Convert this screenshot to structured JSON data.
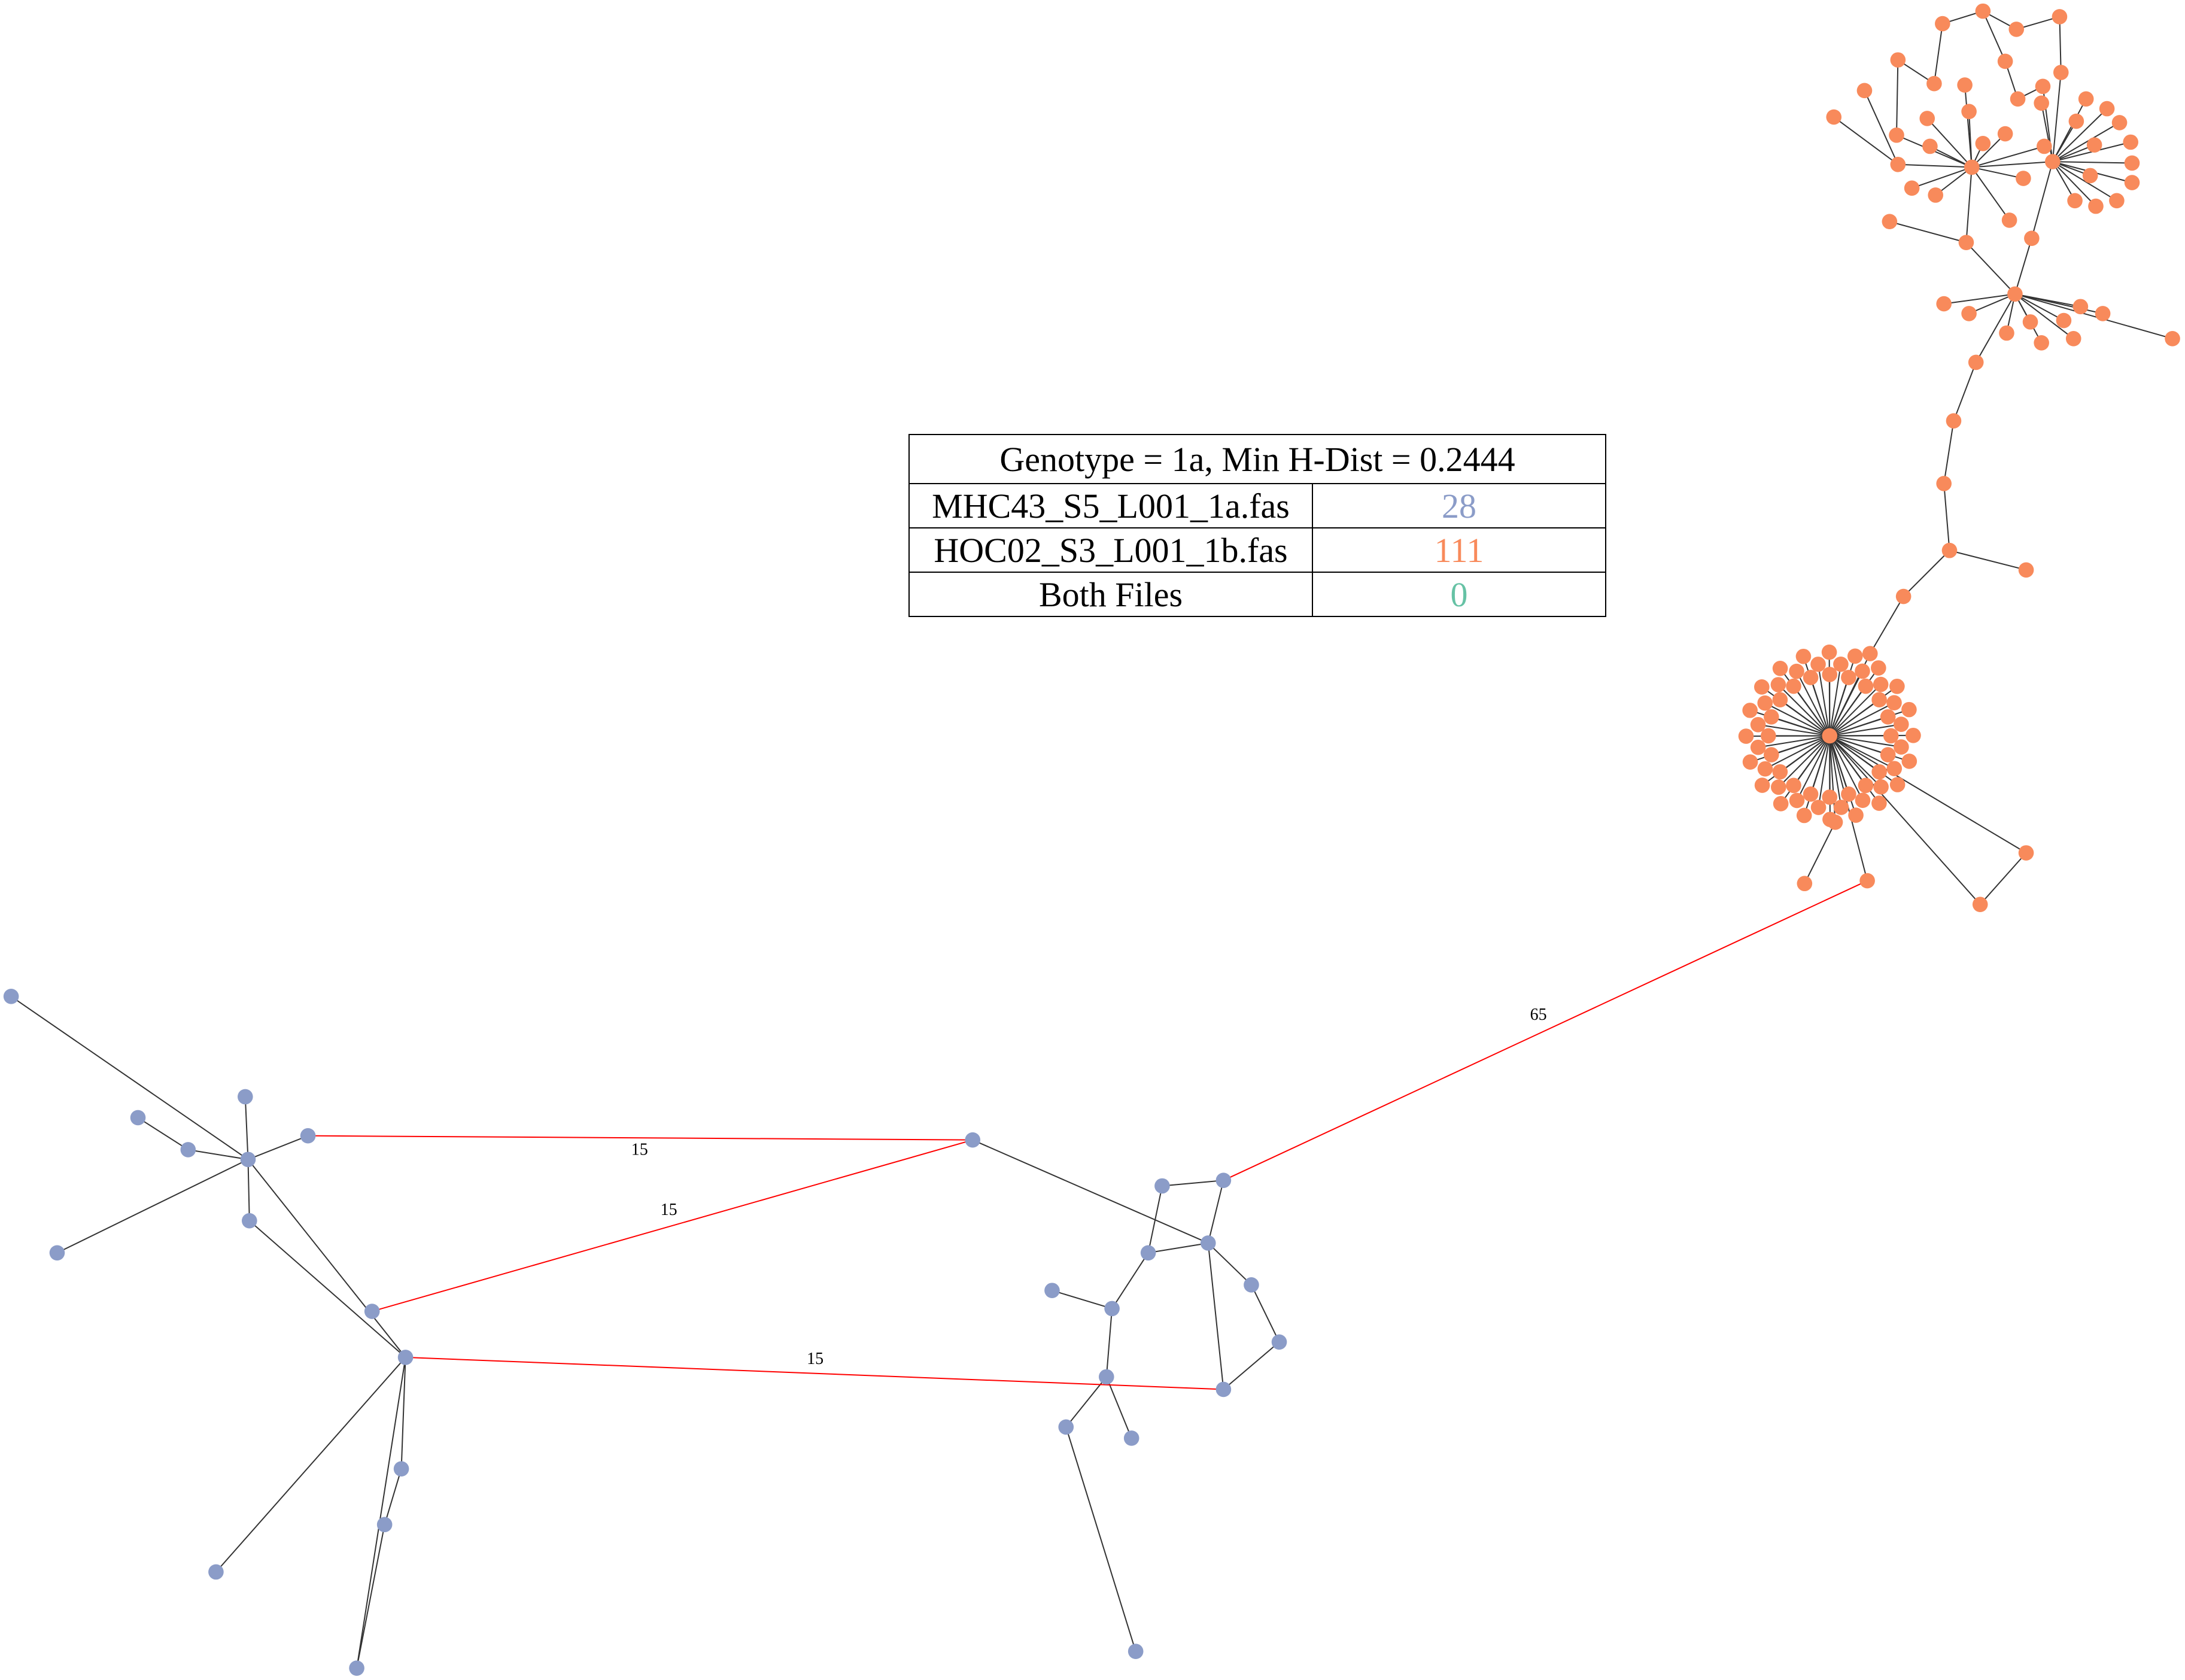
{
  "title": "Genotype = 1a, Min H-Dist = 0.2444",
  "legend": [
    {
      "name": "MHC43_S5_L001_1a.fas",
      "count": "28",
      "color": "#8b9cc8"
    },
    {
      "name": "HOC02_S3_L001_1b.fas",
      "count": "111",
      "color": "#f88a5b"
    },
    {
      "name": "Both Files",
      "count": "0",
      "color": "#66c2a5"
    }
  ],
  "colors": {
    "edge": "#333333",
    "link": "#ff0000"
  },
  "link_labels": [
    "15",
    "15",
    "15",
    "65"
  ]
}
